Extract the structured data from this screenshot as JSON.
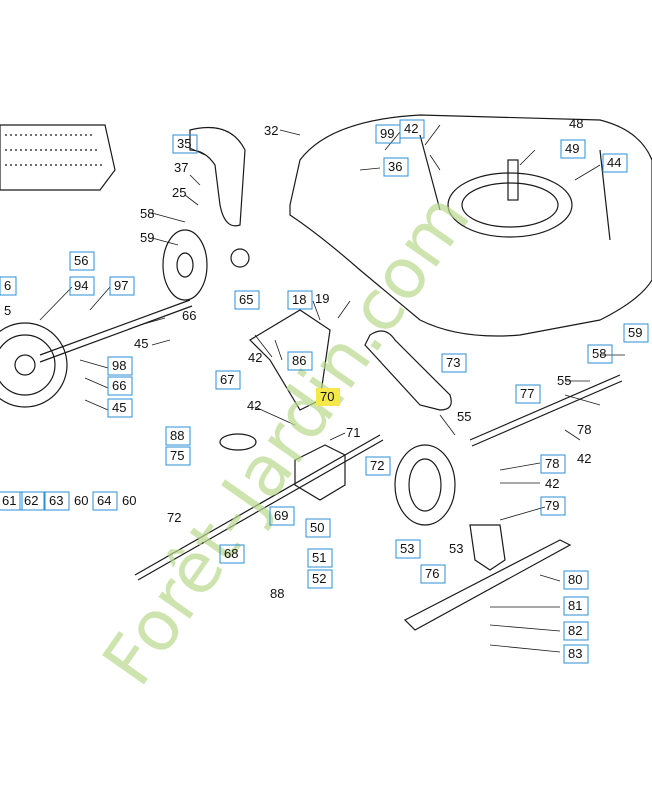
{
  "colors": {
    "line": "#1a1a1a",
    "label_box": "#2a8fd6",
    "highlight": "#f6e84a",
    "watermark": "#b9d98c",
    "background": "#ffffff"
  },
  "watermark": {
    "text": "Forêt-Jardin.com"
  },
  "labels": {
    "l32": "32",
    "l35": "35",
    "l37": "37",
    "l25": "25",
    "l58a": "58",
    "l59a": "59",
    "l56": "56",
    "l94": "94",
    "l97": "97",
    "l6": "6",
    "l5": "5",
    "l66a": "66",
    "l65": "65",
    "l45a": "45",
    "l98": "98",
    "l66b": "66",
    "l45b": "45",
    "l99": "99",
    "l42a": "42",
    "l48": "48",
    "l49": "49",
    "l36": "36",
    "l44": "44",
    "l18": "18",
    "l19": "19",
    "l42b": "42",
    "l86": "86",
    "l67": "67",
    "l73": "73",
    "l70": "70",
    "l42c": "42",
    "l71": "71",
    "l55a": "55",
    "l88a": "88",
    "l75": "75",
    "l72a": "72",
    "l61": "61",
    "l62": "62",
    "l63": "63",
    "l60a": "60",
    "l64": "64",
    "l60b": "60",
    "l72b": "72",
    "l69": "69",
    "l50": "50",
    "l68": "68",
    "l51": "51",
    "l52": "52",
    "l88b": "88",
    "l53a": "53",
    "l53b": "53",
    "l76": "76",
    "l59b": "59",
    "l58b": "58",
    "l55b": "55",
    "l77": "77",
    "l78a": "78",
    "l42d": "42",
    "l78b": "78",
    "l42e": "42",
    "l79": "79",
    "l80": "80",
    "l81": "81",
    "l82": "82",
    "l83": "83"
  }
}
